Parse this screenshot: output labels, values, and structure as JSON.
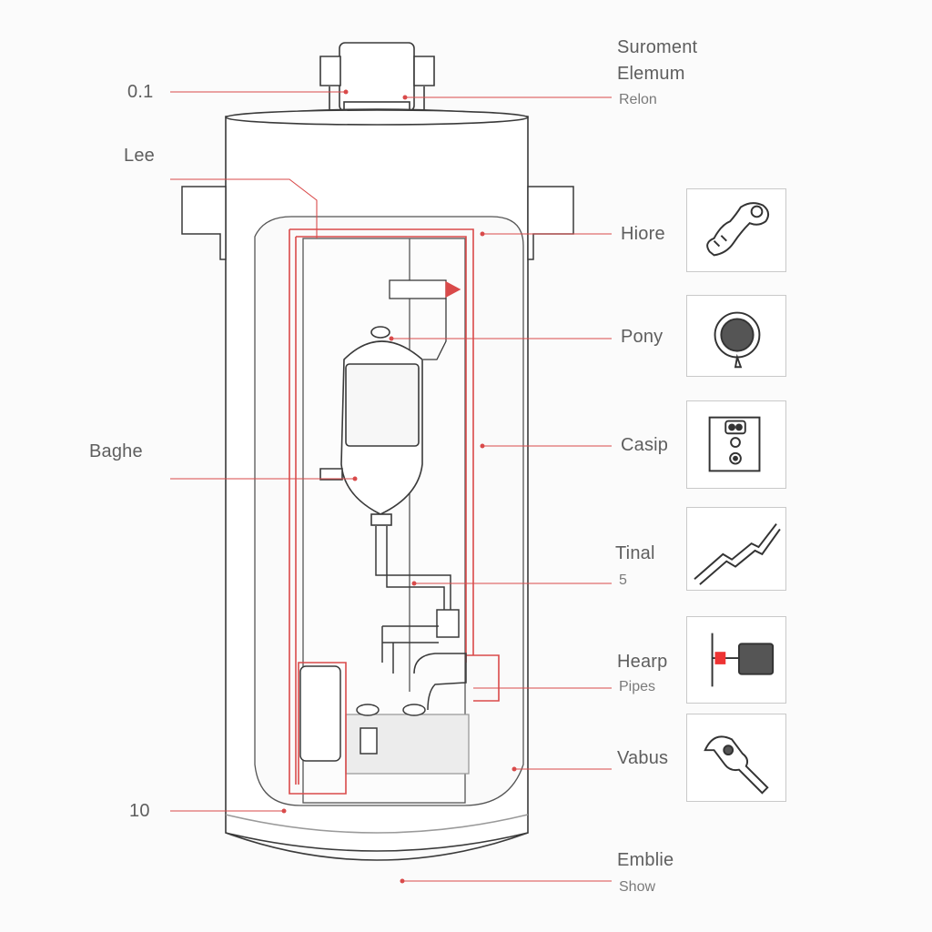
{
  "labels_left": [
    {
      "id": "label-0-1",
      "text": "0.1"
    },
    {
      "id": "label-lee",
      "text": "Lee"
    },
    {
      "id": "label-baghe",
      "text": "Baghe"
    },
    {
      "id": "label-10",
      "text": "10"
    }
  ],
  "labels_right": {
    "suroment_line1": "Suroment",
    "suroment_line2": "Elemum",
    "relon": "Relon",
    "hiore": "Hiore",
    "pony": "Pony",
    "casip": "Casip",
    "tinal": "Tinal",
    "tinal_sub": "5",
    "hearp": "Hearp",
    "pipes": "Pipes",
    "vabus": "Vabus",
    "emblie": "Emblie",
    "show": "Show"
  },
  "icons": [
    {
      "name": "valve-handle-icon"
    },
    {
      "name": "gauge-dial-icon"
    },
    {
      "name": "control-panel-icon"
    },
    {
      "name": "bent-pipe-icon"
    },
    {
      "name": "pump-motor-icon"
    },
    {
      "name": "nozzle-fitting-icon"
    }
  ],
  "colors": {
    "leader": "#d94a4a",
    "outline": "#3a3a3a",
    "background": "#fbfbfb"
  }
}
